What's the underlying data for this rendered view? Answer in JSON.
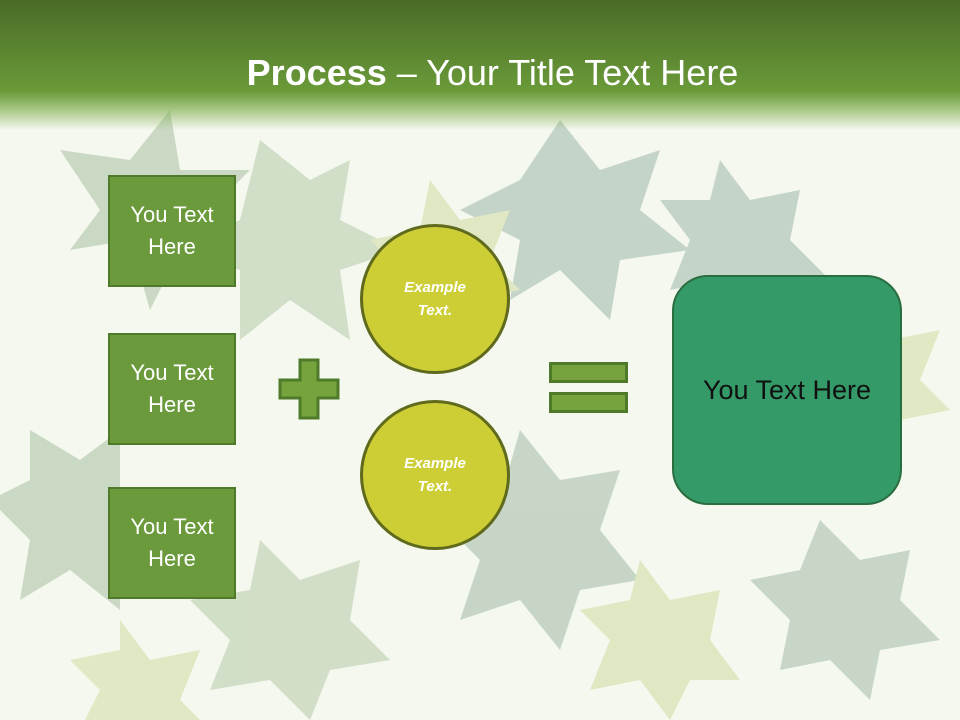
{
  "title": {
    "bold": "Process",
    "rest": " – Your Title Text Here"
  },
  "left_boxes": [
    {
      "line1": "You Text",
      "line2": "Here"
    },
    {
      "line1": "You Text",
      "line2": "Here"
    },
    {
      "line1": "You Text",
      "line2": "Here"
    }
  ],
  "circles": [
    {
      "line1": "Example",
      "line2": "Text."
    },
    {
      "line1": "Example",
      "line2": "Text."
    }
  ],
  "result": {
    "text": "You Text Here"
  },
  "icons": {
    "plus": "plus-icon",
    "equals": "equals-icon"
  },
  "colors": {
    "header": "#5a8a30",
    "box": "#6a9a3c",
    "circle": "#cdce36",
    "result": "#339a68"
  }
}
